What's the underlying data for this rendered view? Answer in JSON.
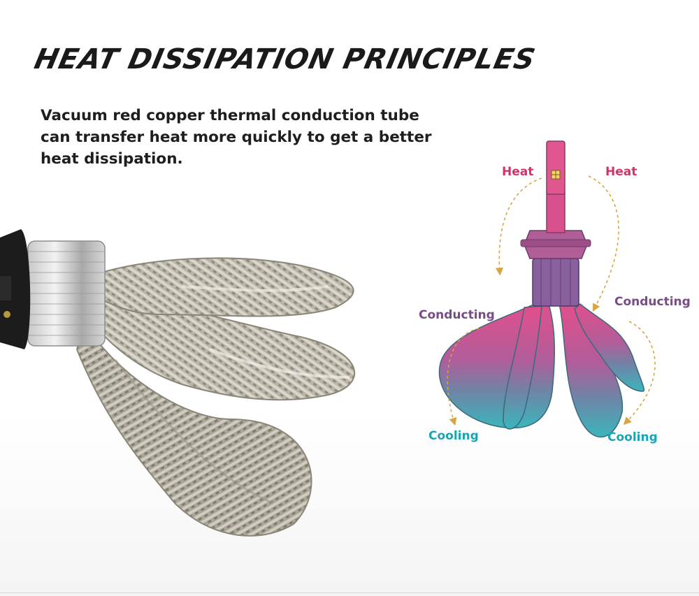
{
  "title": "HEAT DISSIPATION PRINCIPLES",
  "description": {
    "line1": "Vacuum red copper thermal conduction tube",
    "line2": "can transfer heat more quickly to get a better",
    "line3": "heat dissipation."
  },
  "diagram": {
    "heat_left": "Heat",
    "heat_right": "Heat",
    "conducting_left": "Conducting",
    "conducting_right": "Conducting",
    "cooling_left": "Cooling",
    "cooling_right": "Cooling"
  },
  "colors": {
    "heat": "#d4326a",
    "conducting": "#7a4a8a",
    "cooling": "#1aa5b4",
    "arrow": "#d9a441"
  }
}
